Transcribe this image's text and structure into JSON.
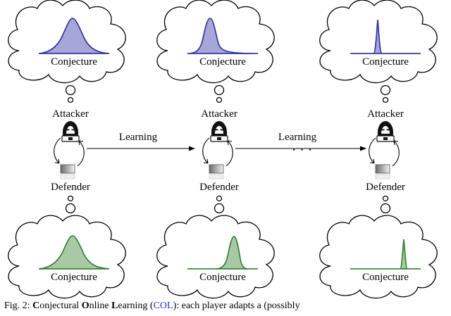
{
  "diagram": {
    "labels": {
      "conjecture": "Conjecture",
      "attacker": "Attacker",
      "defender": "Defender",
      "learning": "Learning"
    },
    "ellipsis": "• • •"
  },
  "caption": {
    "prefix": "Fig. 2: ",
    "C": "C",
    "c_rest": "onjectural ",
    "O": "O",
    "o_rest": "nline ",
    "L": "L",
    "l_rest": "earning (",
    "cite": "COL",
    "suffix": "): each player adapts a (possibly"
  },
  "colors": {
    "attacker_stroke": "#2b2f9c",
    "attacker_fill": "#a6a6d8",
    "defender_stroke": "#2e7d32",
    "defender_fill": "#a9c9a4",
    "cite": "#1f3bd6"
  }
}
